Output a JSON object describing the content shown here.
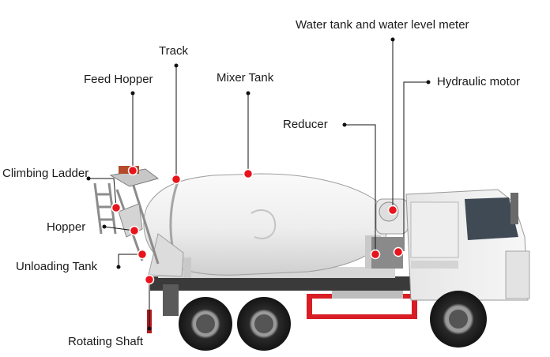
{
  "colors": {
    "marker": "#e8141c",
    "leader": "#111111",
    "text": "#1a1a1a",
    "drum": "#f1f1f1",
    "frame_red": "#d81e24"
  },
  "callouts": [
    {
      "id": "feed-hopper",
      "text": "Feed Hopper"
    },
    {
      "id": "track",
      "text": "Track"
    },
    {
      "id": "mixer-tank",
      "text": "Mixer Tank"
    },
    {
      "id": "water-tank",
      "text": "Water tank and water level meter"
    },
    {
      "id": "hydraulic-motor",
      "text": "Hydraulic motor"
    },
    {
      "id": "reducer",
      "text": "Reducer"
    },
    {
      "id": "climbing-ladder",
      "text": "Climbing Ladder"
    },
    {
      "id": "hopper",
      "text": "Hopper"
    },
    {
      "id": "unloading-tank",
      "text": "Unloading Tank"
    },
    {
      "id": "rotating-shaft",
      "text": "Rotating Shaft"
    }
  ]
}
